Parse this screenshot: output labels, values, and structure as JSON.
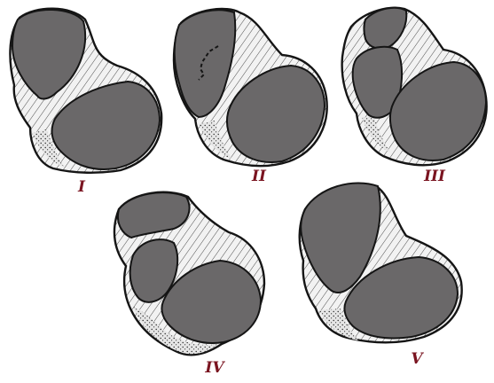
{
  "colors": {
    "facet_fill": "#6a6869",
    "bone_fill": "#eeeeee",
    "outline": "#151515",
    "label": "#7a1420"
  },
  "panels": [
    {
      "label": "I"
    },
    {
      "label": "II"
    },
    {
      "label": "III"
    },
    {
      "label": "IV"
    },
    {
      "label": "V"
    }
  ]
}
